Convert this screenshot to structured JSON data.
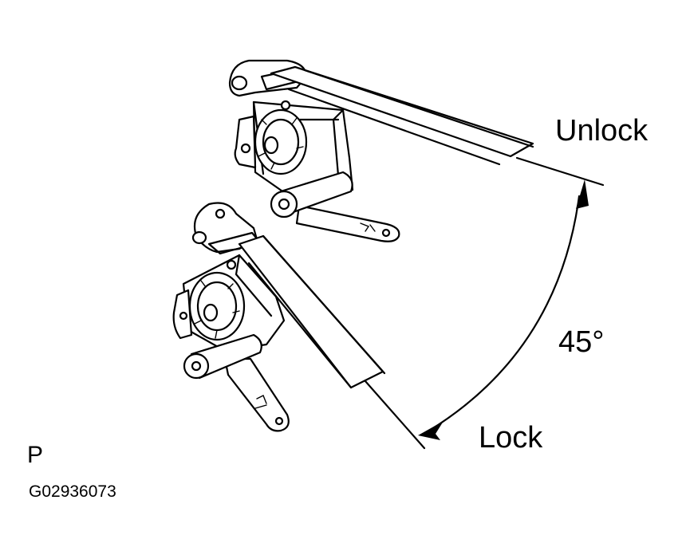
{
  "labels": {
    "unlock": "Unlock",
    "lock": "Lock",
    "angle": "45°",
    "view_letter": "P",
    "figure_code": "G02936073"
  },
  "colors": {
    "ink": "#000000",
    "background": "#ffffff"
  }
}
